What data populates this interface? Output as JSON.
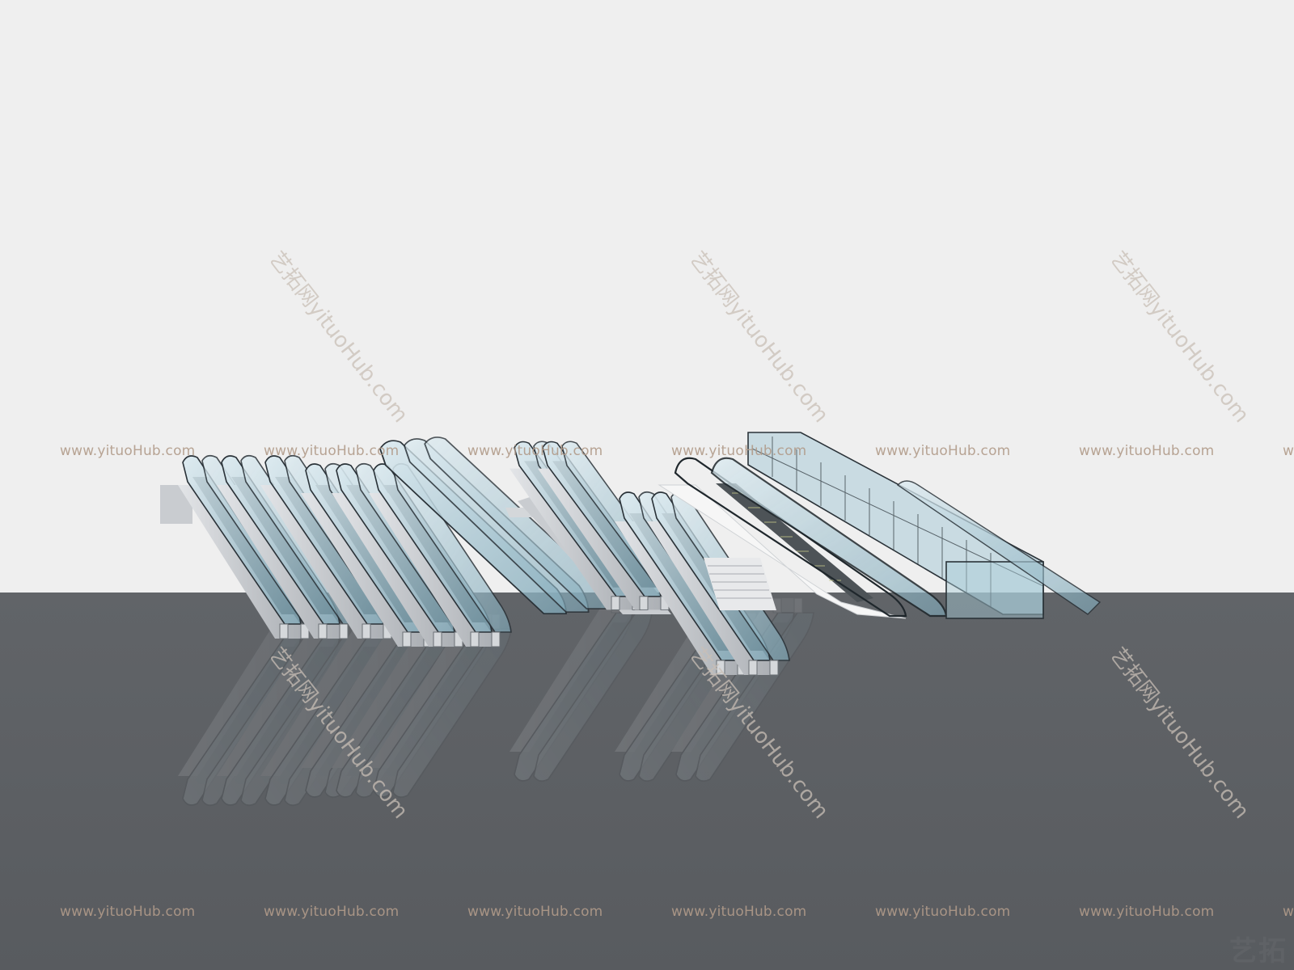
{
  "watermark": {
    "url_text": "www.yituoHub.com",
    "diag_text": "艺拓网yituoHub.com",
    "logo_text": "艺拓"
  },
  "colors": {
    "background": "#efefef",
    "floor": "#5b5e62",
    "glass": "#9fc3d0",
    "frame": "#2a3238",
    "truss": "#c9ccd0"
  },
  "scene": {
    "subject": "escalators"
  }
}
